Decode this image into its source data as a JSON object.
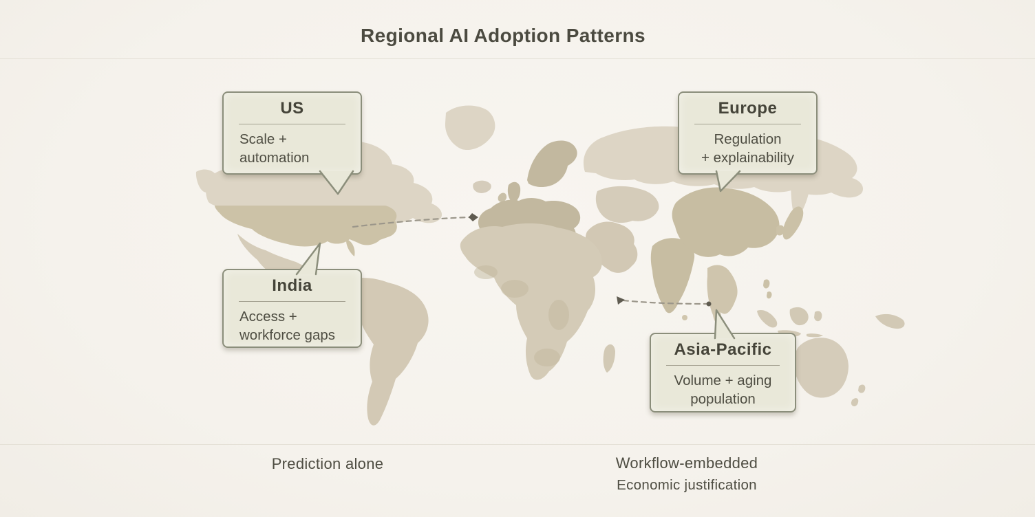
{
  "page": {
    "title": "Regional AI Adoption Patterns"
  },
  "callouts": {
    "us": {
      "title": "US",
      "line1": "Scale +",
      "line2": "automation"
    },
    "europe": {
      "title": "Europe",
      "line1": "Regulation",
      "line2": "+ explainability"
    },
    "india": {
      "title": "India",
      "line1": "Access +",
      "line2": "workforce gaps"
    },
    "asia_pacific": {
      "title": "Asia-Pacific",
      "line1": "Volume + aging",
      "line2": "population"
    }
  },
  "footer": {
    "left_label": "Prediction alone",
    "right_label_line1": "Workflow-embedded",
    "right_label_line2": "Economic justification"
  },
  "map": {
    "connectors": [
      {
        "name": "us-to-europe",
        "style": "dashed"
      },
      {
        "name": "arabia-to-southeast-asia",
        "style": "dashed"
      }
    ]
  },
  "colors": {
    "background": "#f5f2ec",
    "land_light": "#ddd5c5",
    "land_medium": "#d5ccb9",
    "land_us": "#ccc2a7",
    "land_europe": "#c2b89f",
    "land_asia_highlight": "#c7bda2",
    "callout_fill": "#e9e8d9",
    "callout_border": "#8b8e7b",
    "text_dark": "#4b4a40",
    "dashed_line": "#9b968a",
    "marker_dark": "#5f5b50"
  }
}
